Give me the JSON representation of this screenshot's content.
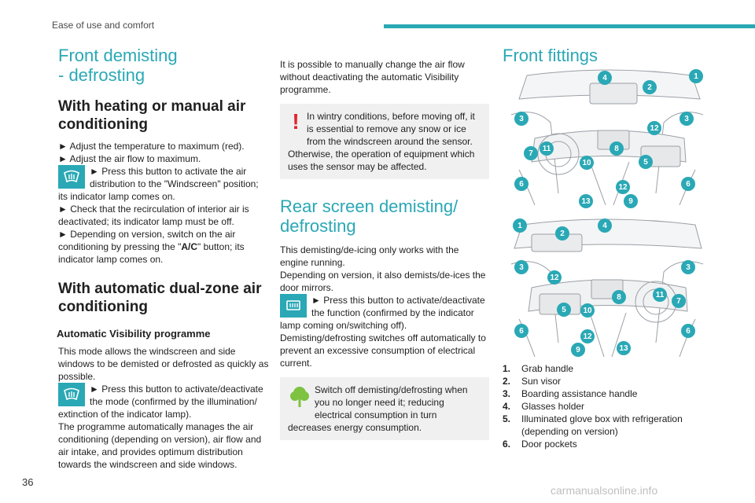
{
  "header": {
    "title": "Ease of use and comfort"
  },
  "page_number": "36",
  "watermark": "carmanualsonline.info",
  "col1": {
    "title_l1": "Front demisting",
    "title_l2": "- defrosting",
    "heating_title": "With heating or manual air conditioning",
    "heating_p1": "► Adjust the temperature to maximum (red).",
    "heating_p2": "► Adjust the air flow to maximum.",
    "heating_p3": "► Press this button to activate the air distribution to the \"Windscreen\" position; its indicator lamp comes on.",
    "heating_p4": "► Check that the recirculation of interior air is deactivated; its indicator lamp must be off.",
    "heating_p5_a": "► Depending on version, switch on the air conditioning by pressing the \"",
    "heating_p5_ac": "A/C",
    "heating_p5_b": "\" button; its indicator lamp comes on.",
    "dual_title": "With automatic dual-zone air conditioning",
    "vis_title": "Automatic Visibility programme",
    "vis_p1": "This mode allows the windscreen and side windows to be demisted or defrosted as quickly as possible.",
    "vis_p2": "► Press this button to activate/deactivate the mode (confirmed by the illumination/ extinction of the indicator lamp).",
    "vis_p3": "The programme automatically manages the air conditioning (depending on version), air flow and air intake, and provides optimum distribution towards the windscreen and side windows."
  },
  "col2": {
    "p1": "It is possible to manually change the air flow without deactivating the automatic Visibility programme.",
    "warning": "In wintry conditions, before moving off, it is essential to remove any snow or ice from the windscreen around the sensor. Otherwise, the operation of equipment which uses the sensor may be affected.",
    "rear_title_l1": "Rear screen demisting/",
    "rear_title_l2": "defrosting",
    "rear_p1": "This demisting/de-icing only works with the engine running.",
    "rear_p2": "Depending on version, it also demists/de-ices the door mirrors.",
    "rear_p3": "► Press this button to activate/deactivate the function (confirmed by the indicator lamp coming on/switching off).",
    "rear_p4": "Demisting/defrosting switches off automatically to prevent an excessive consumption of electrical current.",
    "eco": "Switch off demisting/defrosting when you no longer need it; reducing electrical consumption in turn decreases energy consumption."
  },
  "col3": {
    "title": "Front fittings",
    "legend": [
      {
        "n": "1.",
        "text": "Grab handle"
      },
      {
        "n": "2.",
        "text": "Sun visor"
      },
      {
        "n": "3.",
        "text": "Boarding assistance handle"
      },
      {
        "n": "4.",
        "text": "Glasses holder"
      },
      {
        "n": "5.",
        "text": "Illuminated glove box with refrigeration (depending on version)"
      },
      {
        "n": "6.",
        "text": "Door pockets"
      }
    ]
  },
  "diagram1_badges": [
    "4",
    "2",
    "1",
    "3",
    "12",
    "3",
    "7",
    "11",
    "8",
    "10",
    "5",
    "6",
    "12",
    "6",
    "13",
    "9"
  ],
  "diagram2_badges": [
    "1",
    "2",
    "4",
    "3",
    "12",
    "3",
    "8",
    "11",
    "7",
    "5",
    "10",
    "6",
    "12",
    "6",
    "9",
    "13"
  ],
  "colors": {
    "accent": "#2aa8b5",
    "warning": "#e0262e",
    "eco": "#7ec242",
    "notice_bg": "#f0f0f0"
  },
  "icons": [
    "windscreen-demist-icon",
    "rear-screen-demist-icon",
    "warning-icon",
    "eco-tree-icon"
  ]
}
